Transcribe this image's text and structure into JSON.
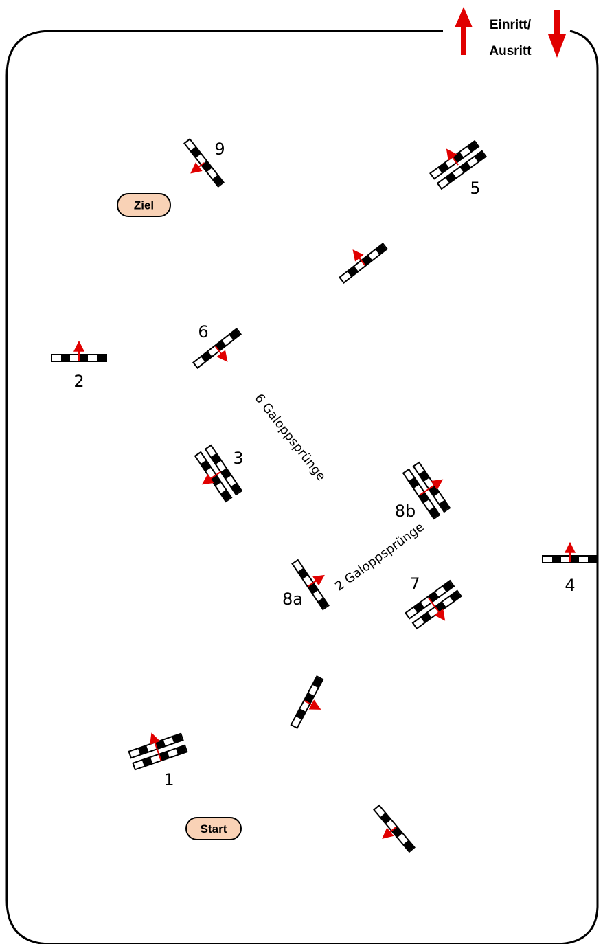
{
  "entry": {
    "line1": "Einritt/",
    "line2": "Ausritt"
  },
  "labels": {
    "start": "Start",
    "finish": "Ziel"
  },
  "distances": {
    "six_strides": "6 Galoppsprünge",
    "two_strides": "2 Galoppsprünge"
  },
  "obstacles": [
    {
      "id": "1",
      "type": "oxer"
    },
    {
      "id": "2",
      "type": "vertical"
    },
    {
      "id": "3",
      "type": "oxer"
    },
    {
      "id": "4",
      "type": "vertical"
    },
    {
      "id": "5",
      "type": "oxer"
    },
    {
      "id": "6",
      "type": "vertical"
    },
    {
      "id": "7",
      "type": "oxer"
    },
    {
      "id": "8a",
      "type": "vertical"
    },
    {
      "id": "8b",
      "type": "oxer"
    },
    {
      "id": "9",
      "type": "vertical"
    }
  ],
  "colors": {
    "arrow": "#e00000",
    "pole": "#000000",
    "badge_fill": "#f9d2b6",
    "arena_line": "#000000"
  }
}
